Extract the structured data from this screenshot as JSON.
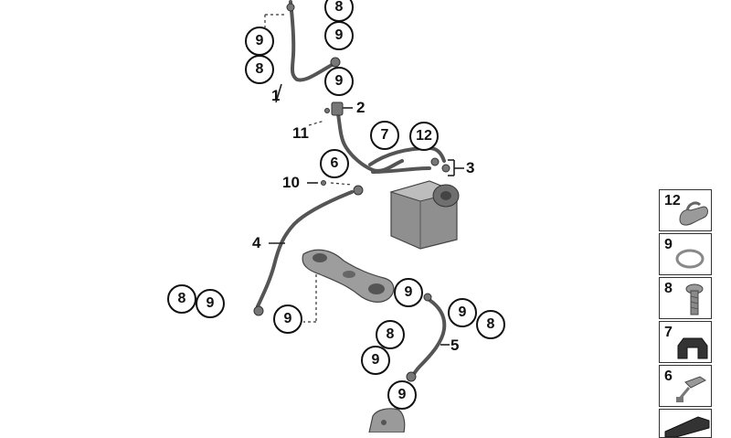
{
  "callouts": {
    "c_8_top": "8",
    "c_9_top_left": "9",
    "c_9_top_right": "9",
    "c_8_left": "8",
    "c_9_mid": "9",
    "c_7": "7",
    "c_12": "12",
    "c_6": "6",
    "c_8_low_left": "8",
    "c_9_low_left": "9",
    "c_9_low_mid": "9",
    "c_9_right_a": "9",
    "c_9_right_b": "9",
    "c_8_right": "8",
    "c_8_bottom": "8",
    "c_9_bottom_a": "9",
    "c_9_bottom_b": "9"
  },
  "part_labels": {
    "p1": "1",
    "p2": "2",
    "p3": "3",
    "p4": "4",
    "p5": "5",
    "p10": "10",
    "p11": "11"
  },
  "legend": [
    {
      "number": "12",
      "icon": "clip-icon"
    },
    {
      "number": "9",
      "icon": "seal-ring-icon"
    },
    {
      "number": "8",
      "icon": "banjo-bolt-icon"
    },
    {
      "number": "7",
      "icon": "rubber-bracket-icon"
    },
    {
      "number": "6",
      "icon": "hose-clamp-icon"
    },
    {
      "number": "",
      "icon": "bracket-plate-icon"
    }
  ]
}
